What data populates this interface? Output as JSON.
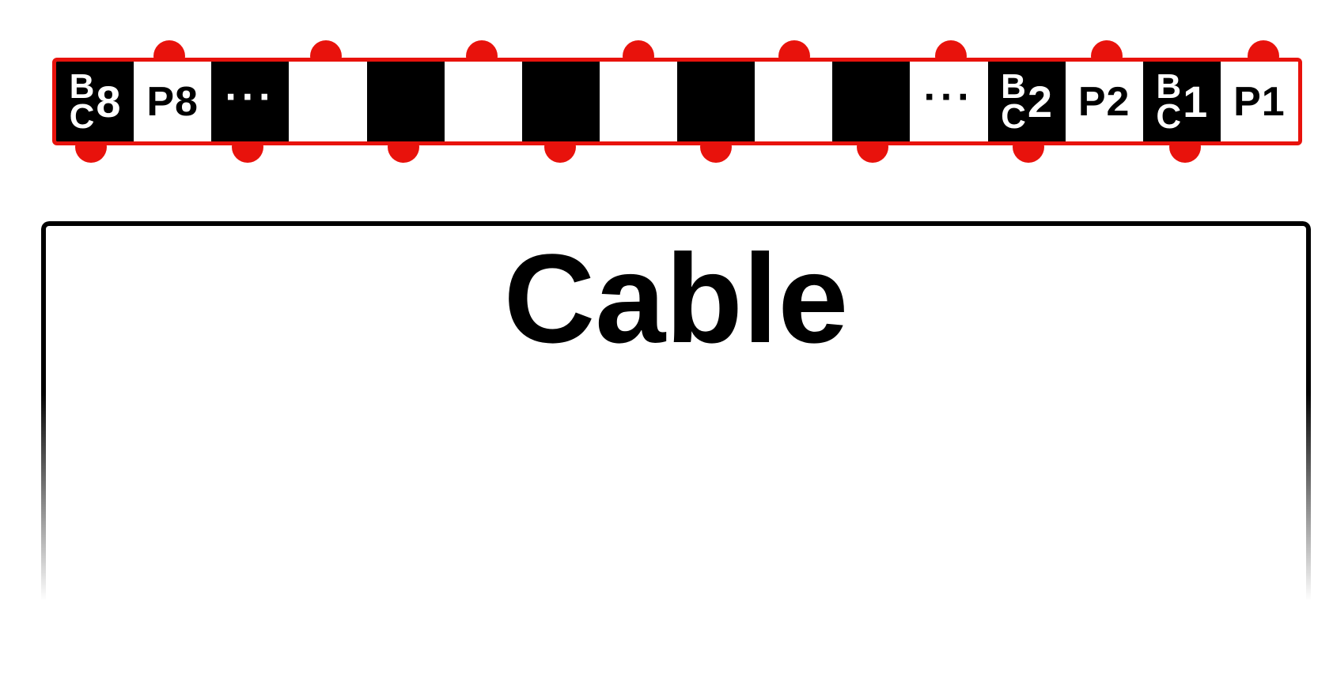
{
  "strip": {
    "cells": [
      {
        "kind": "bc",
        "color": "black",
        "top": "B",
        "bottom": "C",
        "num": "8"
      },
      {
        "kind": "p",
        "color": "white",
        "text": "P8"
      },
      {
        "kind": "dots",
        "color": "black",
        "text": "···"
      },
      {
        "kind": "blank",
        "color": "white"
      },
      {
        "kind": "blank",
        "color": "black"
      },
      {
        "kind": "blank",
        "color": "white"
      },
      {
        "kind": "blank",
        "color": "black"
      },
      {
        "kind": "blank",
        "color": "white"
      },
      {
        "kind": "blank",
        "color": "black"
      },
      {
        "kind": "blank",
        "color": "white"
      },
      {
        "kind": "blank",
        "color": "black"
      },
      {
        "kind": "dots",
        "color": "white",
        "text": "···"
      },
      {
        "kind": "bc",
        "color": "black",
        "top": "B",
        "bottom": "C",
        "num": "2"
      },
      {
        "kind": "p",
        "color": "white",
        "text": "P2"
      },
      {
        "kind": "bc",
        "color": "black",
        "top": "B",
        "bottom": "C",
        "num": "1"
      },
      {
        "kind": "p",
        "color": "white",
        "text": "P1"
      }
    ]
  },
  "cable": {
    "title": "Cable"
  },
  "colors": {
    "accent": "#e8120c",
    "black": "#000000",
    "white": "#ffffff"
  }
}
